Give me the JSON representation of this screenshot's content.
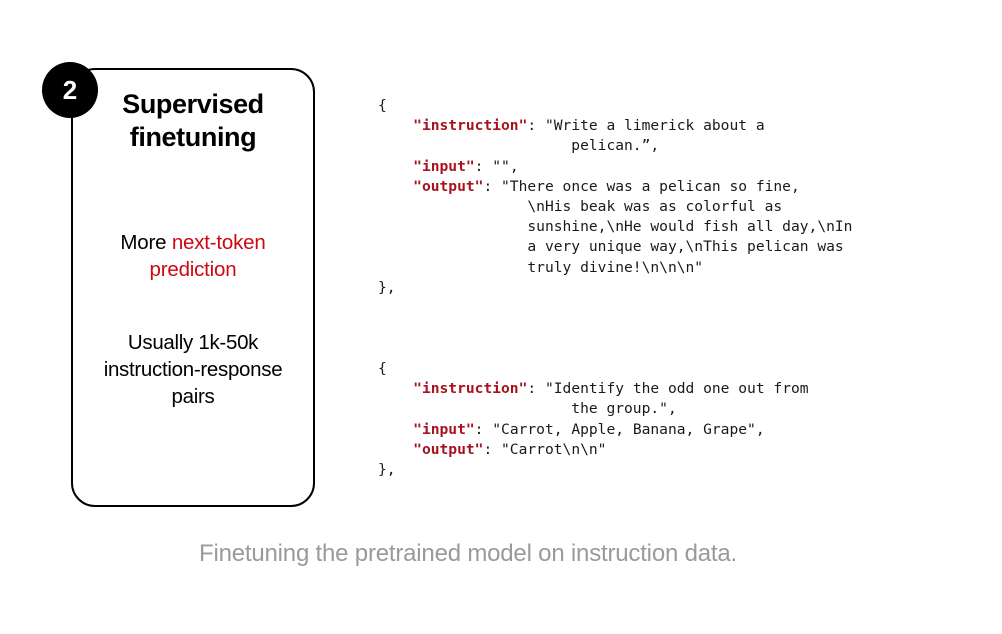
{
  "badge": {
    "number": "2"
  },
  "card": {
    "title_line1": "Supervised",
    "title_line2": "finetuning",
    "body1_prefix": "More ",
    "body1_accent": "next-token prediction",
    "body2": "Usually 1k-50k instruction-response pairs",
    "accent_color": "#CC0911",
    "border_color": "#000000"
  },
  "code": {
    "key_color": "#A8111E",
    "text_color": "#1a1a1a",
    "blocks": [
      {
        "open_brace": "{",
        "lines": [
          {
            "key": "\"instruction\"",
            "sep": ": ",
            "value": "\"Write a limerick about a",
            "indent": 4
          },
          {
            "key": "",
            "sep": "",
            "value": "pelican.”,",
            "indent": 22
          },
          {
            "key": "\"input\"",
            "sep": ": ",
            "value": "\"\",",
            "indent": 4
          },
          {
            "key": "\"output\"",
            "sep": ": ",
            "value": "\"There once was a pelican so fine,",
            "indent": 4
          },
          {
            "key": "",
            "sep": "",
            "value": "\\nHis beak was as colorful as",
            "indent": 17
          },
          {
            "key": "",
            "sep": "",
            "value": "sunshine,\\nHe would fish all day,\\nIn",
            "indent": 17
          },
          {
            "key": "",
            "sep": "",
            "value": "a very unique way,\\nThis pelican was",
            "indent": 17
          },
          {
            "key": "",
            "sep": "",
            "value": "truly divine!\\n\\n\\n\"",
            "indent": 17
          }
        ],
        "close_brace": "},"
      },
      {
        "open_brace": "{",
        "lines": [
          {
            "key": "\"instruction\"",
            "sep": ": ",
            "value": "\"Identify the odd one out from",
            "indent": 4
          },
          {
            "key": "",
            "sep": "",
            "value": "the group.\",",
            "indent": 22
          },
          {
            "key": "\"input\"",
            "sep": ": ",
            "value": "\"Carrot, Apple, Banana, Grape\",",
            "indent": 4
          },
          {
            "key": "\"output\"",
            "sep": ": ",
            "value": "\"Carrot\\n\\n\"",
            "indent": 4
          }
        ],
        "close_brace": "},"
      }
    ]
  },
  "caption": {
    "text": "Finetuning the pretrained model on instruction data."
  }
}
